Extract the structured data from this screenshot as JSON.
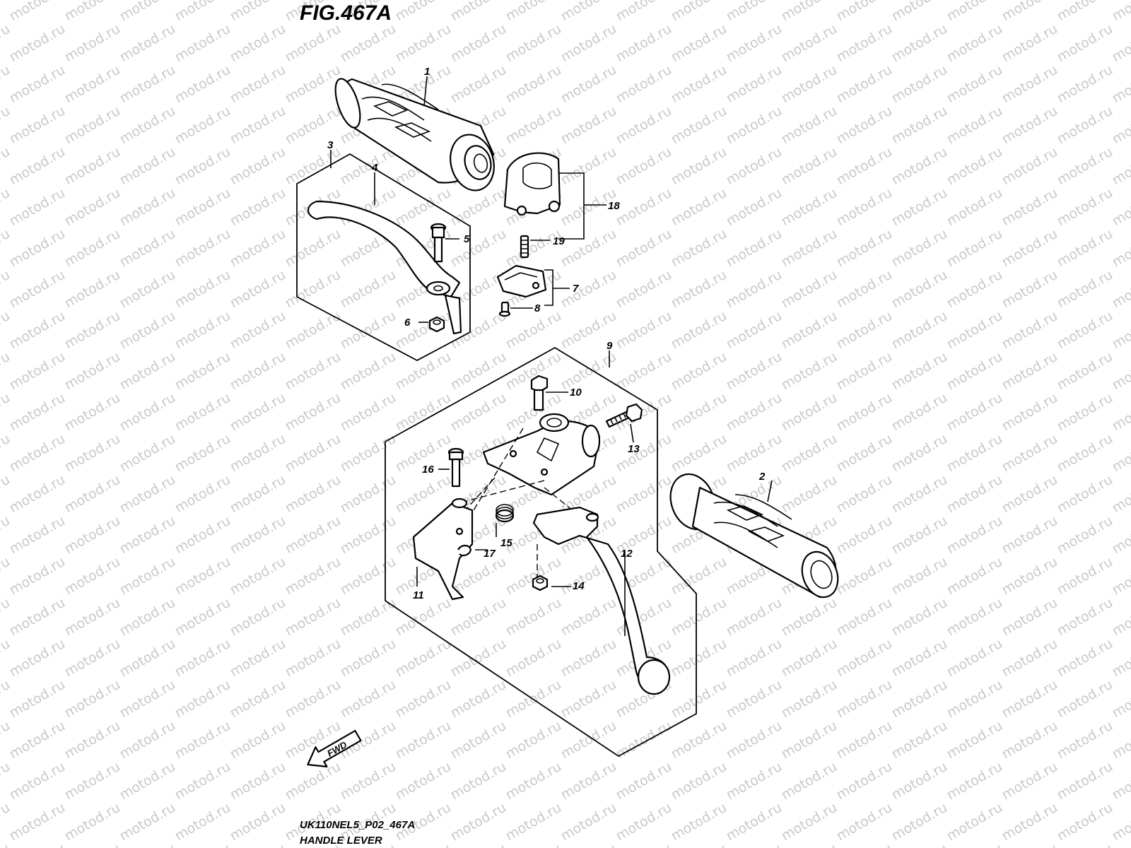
{
  "figure": {
    "title": "FIG.467A"
  },
  "watermark": {
    "text": "motod.ru"
  },
  "direction_arrow": {
    "label": "FWD",
    "icon": "forward-arrow-icon"
  },
  "footer": {
    "code": "UK110NEL5_P02_467A",
    "name": "HANDLE LEVER"
  },
  "callouts": {
    "c1": "1",
    "c2": "2",
    "c3": "3",
    "c4": "4",
    "c5": "5",
    "c6": "6",
    "c7": "7",
    "c8": "8",
    "c9": "9",
    "c10": "10",
    "c11": "11",
    "c12": "12",
    "c13": "13",
    "c14": "14",
    "c15": "15",
    "c16": "16",
    "c17": "17",
    "c18": "18",
    "c19": "19"
  }
}
